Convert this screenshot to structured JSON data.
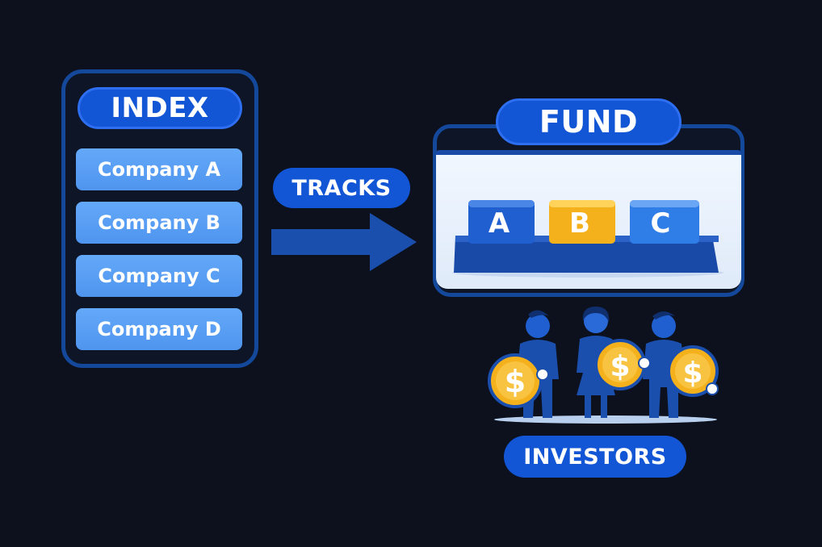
{
  "index": {
    "title": "INDEX",
    "companies": [
      "Company A",
      "Company B",
      "Company C",
      "Company D"
    ]
  },
  "connector": {
    "label": "TRACKS"
  },
  "fund": {
    "title": "FUND",
    "holdings": [
      {
        "letter": "A",
        "color": "#1f5fd0"
      },
      {
        "letter": "B",
        "color": "#f5b11c"
      },
      {
        "letter": "C",
        "color": "#2f7de6"
      }
    ]
  },
  "investors": {
    "label": "INVESTORS",
    "coin_symbol": "$"
  },
  "colors": {
    "background": "#0c111d",
    "primary_blue": "#1256d6",
    "light_blue": "#5a9ff4",
    "gold": "#f5b11c"
  }
}
